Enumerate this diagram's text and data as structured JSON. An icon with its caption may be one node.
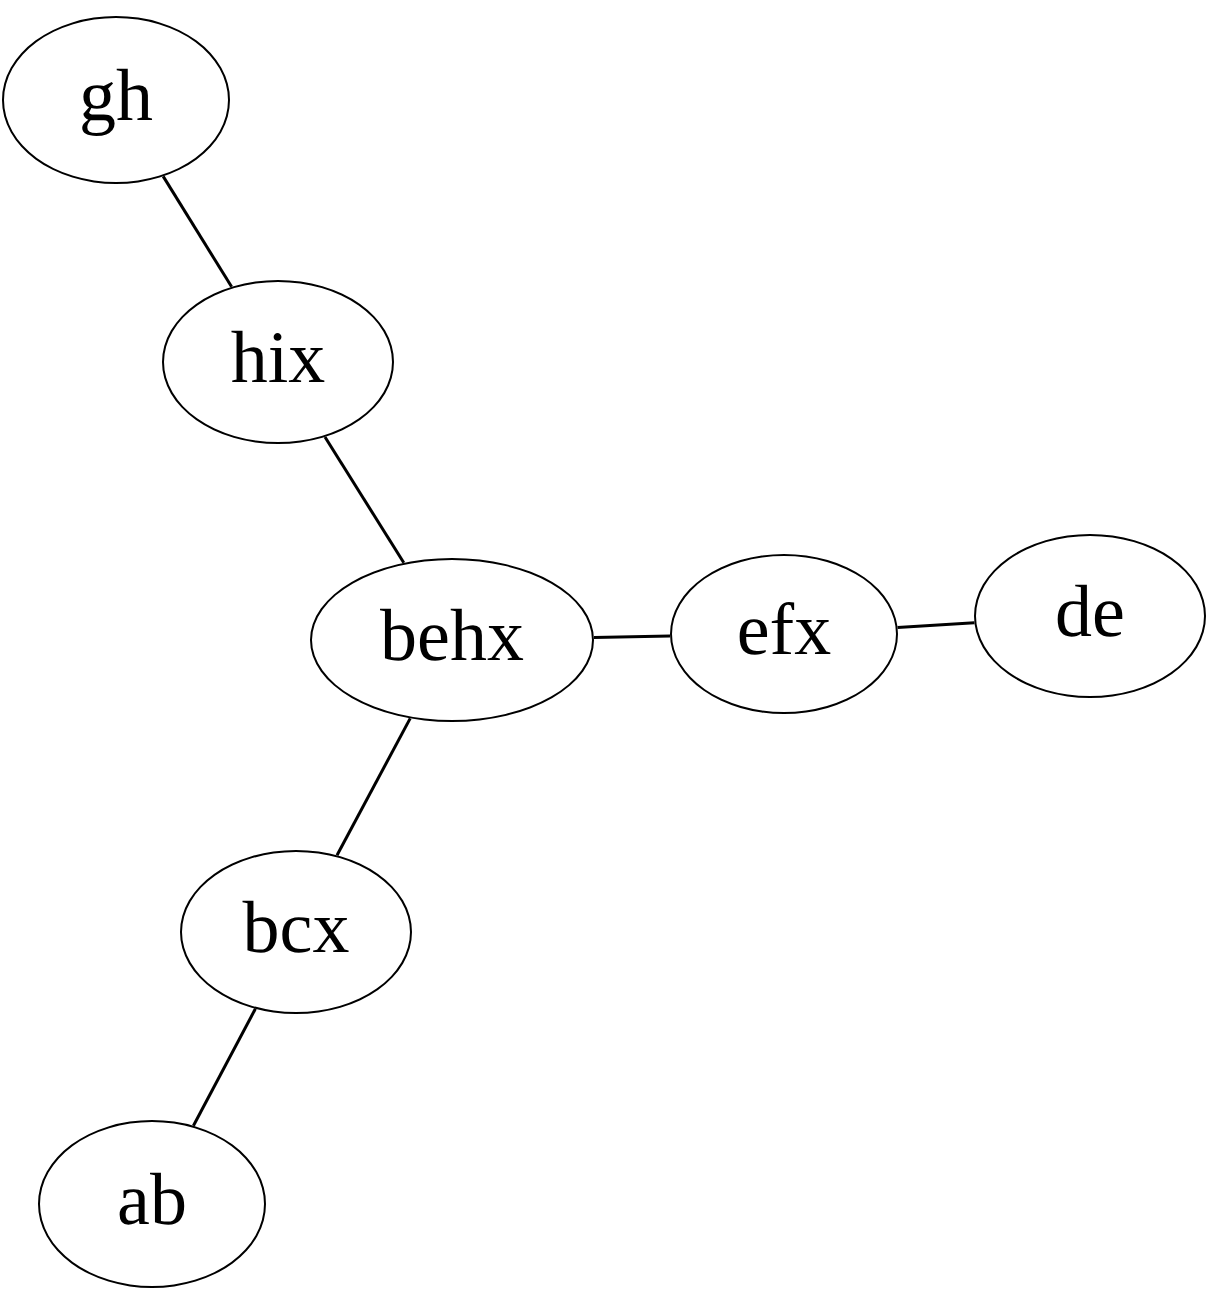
{
  "diagram": {
    "nodes": [
      {
        "text": [
          "gh"
        ]
      },
      {
        "text": [
          "hix"
        ]
      },
      {
        "text": [
          "behx"
        ]
      },
      {
        "text": [
          "efx"
        ]
      },
      {
        "text": [
          "de"
        ]
      },
      {
        "text": [
          "bcx"
        ]
      },
      {
        "text": [
          "ab"
        ]
      }
    ],
    "edges": [
      {
        "from": 0,
        "to": 1,
        "arrow": "none"
      },
      {
        "from": 1,
        "to": 2,
        "arrow": "none"
      },
      {
        "from": 2,
        "to": 3,
        "arrow": "none"
      },
      {
        "from": 3,
        "to": 4,
        "arrow": "none"
      },
      {
        "from": 2,
        "to": 5,
        "arrow": "none"
      },
      {
        "from": 5,
        "to": 6,
        "arrow": "none"
      }
    ]
  }
}
